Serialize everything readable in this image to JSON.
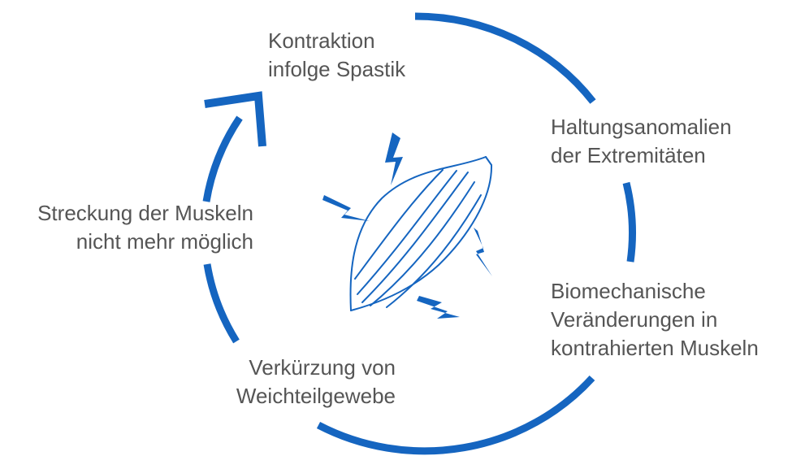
{
  "colors": {
    "accent": "#1565c0",
    "text": "#555555"
  },
  "icons": {
    "center": "muscle-icon",
    "sparks": "lightning-bolt-icon"
  },
  "steps": [
    {
      "line1": "Kontraktion",
      "line2": "infolge Spastik"
    },
    {
      "line1": "Haltungsanomalien",
      "line2": "der Extremitäten"
    },
    {
      "line1": "Biomechanische",
      "line2": "Veränderungen in",
      "line3": "kontrahierten Muskeln"
    },
    {
      "line1": "Verkürzung von",
      "line2": "Weichteilgewebe"
    },
    {
      "line1": "Streckung der Muskeln",
      "line2": "nicht mehr möglich"
    }
  ]
}
